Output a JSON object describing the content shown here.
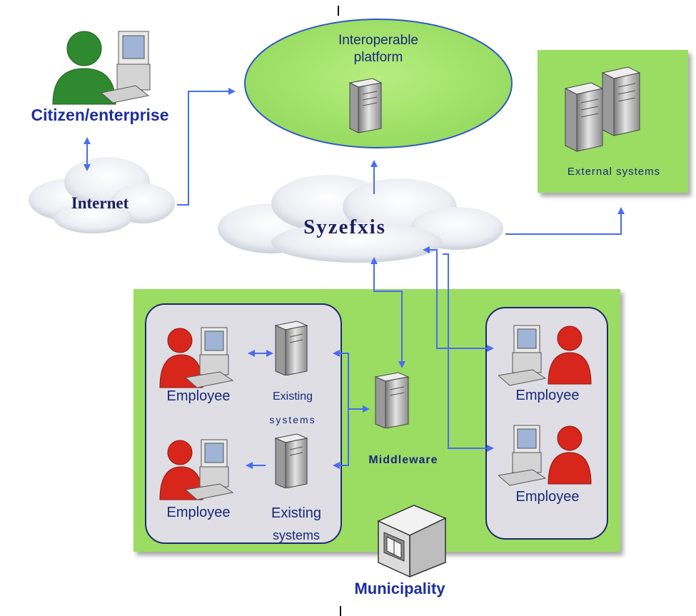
{
  "labels": {
    "citizen": "Citizen/enterprise",
    "internet": "Internet",
    "platform_line1": "Interoperable",
    "platform_line2": "platform",
    "external": "External systems",
    "syzefxis": "Syzefxis",
    "employee_tl": "Employee",
    "existing_top_line1": "Existing",
    "existing_top_line2": "systems",
    "employee_bl": "Employee",
    "existing_bottom_line1": "Existing",
    "existing_bottom_line2": "systems",
    "middleware": "Middleware",
    "employee_tr": "Employee",
    "employee_br": "Employee",
    "municipality": "Municipality"
  },
  "icons": {
    "person_green": "person-green-icon",
    "person_red": "person-red-icon",
    "computer": "computer-icon",
    "server": "server-icon",
    "building": "municipality-building-icon",
    "cloud": "cloud-icon"
  },
  "colors": {
    "green_area": "#9bdc63",
    "panel": "#dedee4",
    "arrow": "#4a6cf0",
    "label_blue": "#1d2f9c",
    "person_green": "#2f8a2f",
    "person_red": "#d8261d"
  }
}
